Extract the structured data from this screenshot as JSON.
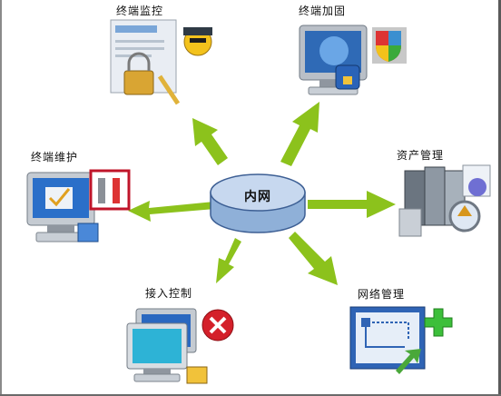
{
  "center": {
    "label": "内网"
  },
  "nodes": {
    "monitor": {
      "label": "终端监控"
    },
    "harden": {
      "label": "终端加固"
    },
    "maintain": {
      "label": "终端维护"
    },
    "asset": {
      "label": "资产管理"
    },
    "access": {
      "label": "接入控制"
    },
    "network": {
      "label": "网络管理"
    }
  },
  "colors": {
    "arrow": "#8cc21c",
    "disk_top": "#c7d8ef",
    "disk_side": "#8fb0d8",
    "disk_stroke": "#3d5f94"
  }
}
